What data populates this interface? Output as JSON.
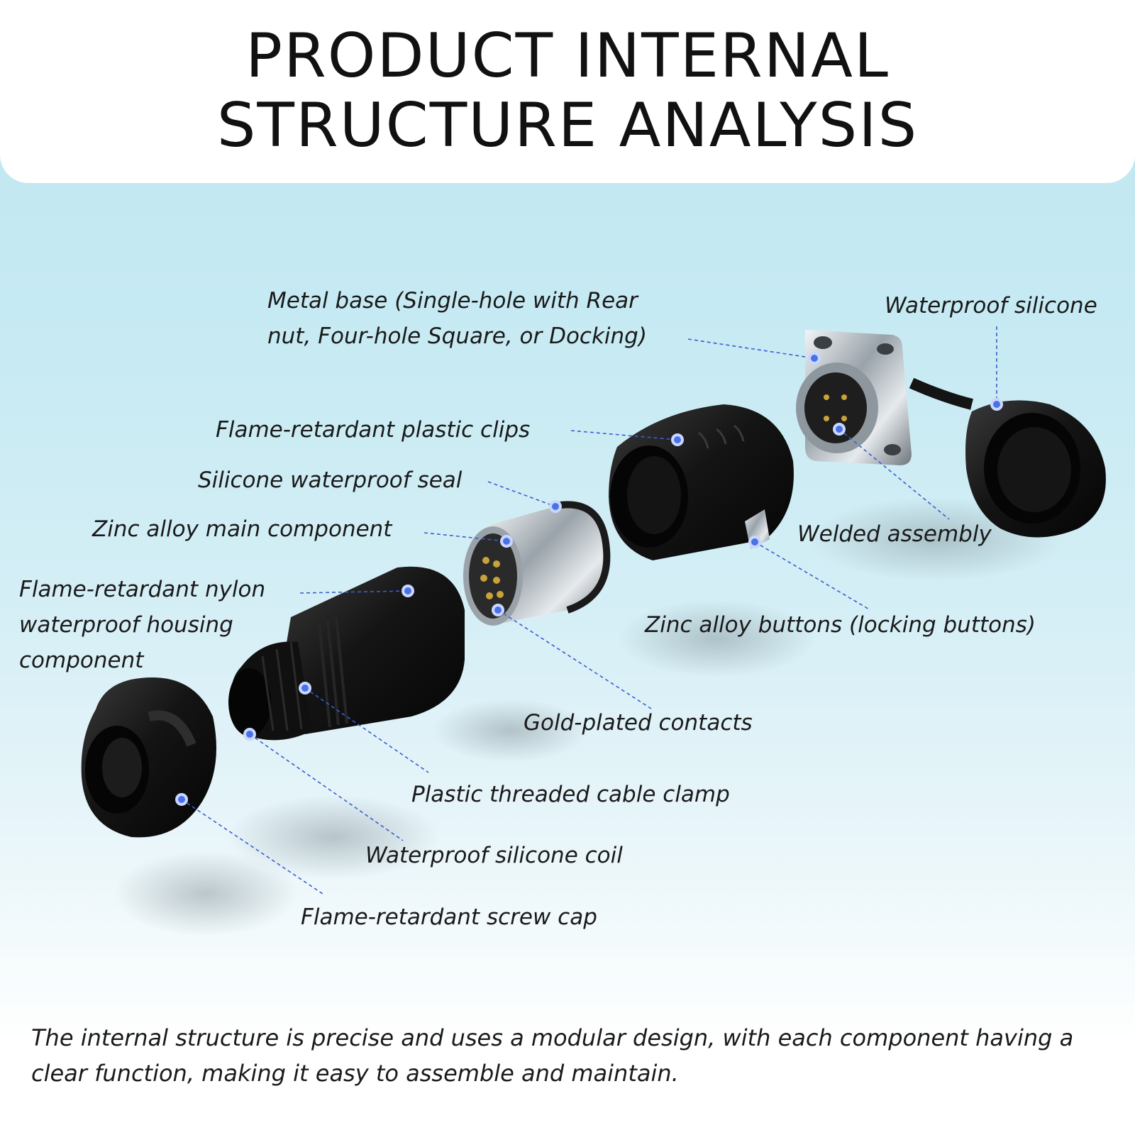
{
  "title": {
    "line1": "PRODUCT INTERNAL",
    "line2": "STRUCTURE ANALYSIS"
  },
  "labels": {
    "metal_base": [
      "Metal base (Single-hole with Rear",
      "nut, Four-hole Square, or Docking)"
    ],
    "waterproof_silicone": "Waterproof silicone",
    "plastic_clips": "Flame-retardant plastic clips",
    "silicone_seal": "Silicone waterproof seal",
    "zinc_main": "Zinc alloy main component",
    "nylon_housing": [
      "Flame-retardant nylon",
      "waterproof housing",
      "component"
    ],
    "welded_assembly": "Welded assembly",
    "zinc_buttons": "Zinc alloy buttons (locking buttons)",
    "gold_contacts": "Gold-plated contacts",
    "cable_clamp": "Plastic threaded cable clamp",
    "silicone_coil": "Waterproof silicone coil",
    "screw_cap": "Flame-retardant screw cap"
  },
  "footer": [
    "The internal structure is precise and uses a modular design, with each component having a",
    "clear function, making it easy to assemble and maintain."
  ],
  "colors": {
    "leader": "#3a5fd0",
    "dot": "#4a72e6",
    "part": "#141414",
    "metal": "#bfc6cc",
    "gold": "#c8a23a"
  }
}
